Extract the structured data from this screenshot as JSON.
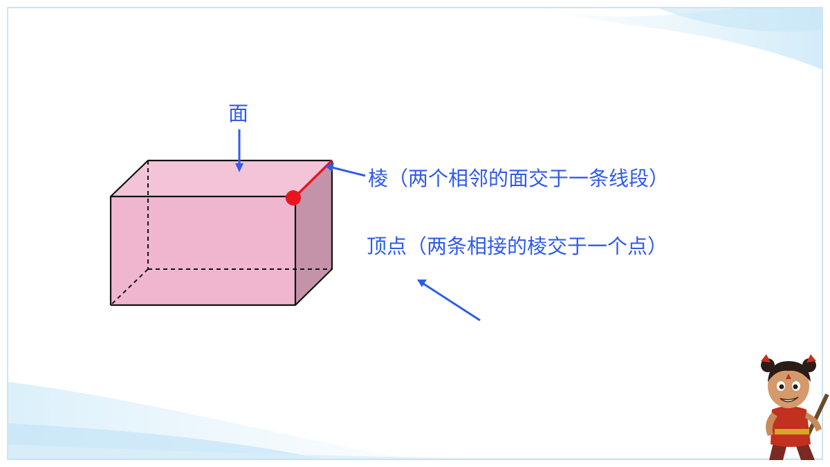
{
  "labels": {
    "face": "面",
    "edge": "棱（两个相邻的面交于一条线段）",
    "vertex": "顶点（两条相接的棱交于一个点）"
  },
  "colors": {
    "label_blue": "#2f5bea",
    "box_front": "#f0b6d0",
    "box_top": "#f3c3d8",
    "box_side": "#c493aa",
    "highlight_red": "#e8151f",
    "frame_border": "#cfe2f2"
  }
}
